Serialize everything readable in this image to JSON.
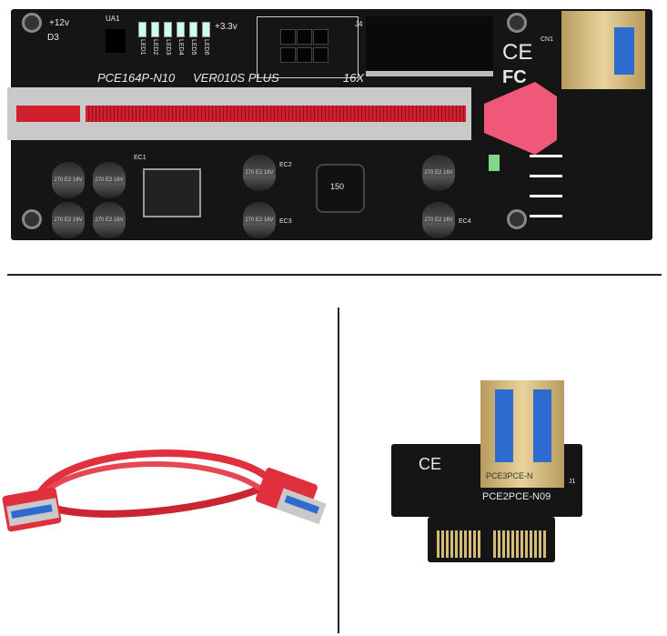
{
  "top_board": {
    "labels": {
      "v12": "+12v",
      "ua1": "UA1",
      "d3": "D3",
      "v33": "+3.3v",
      "j4": "J4",
      "cn1": "CN1",
      "model": "PCE164P-N10",
      "version": "VER010S PLUS",
      "slot": "16X",
      "ce": "CE",
      "fc": "FC",
      "inductor": "150",
      "leds": [
        "LED1",
        "LED2",
        "LED3",
        "LED4",
        "LED5",
        "LED6"
      ],
      "cap_text": "270 E2 16V",
      "ec": [
        "EC1",
        "EC2",
        "EC3",
        "EC4"
      ]
    },
    "colors": {
      "pcb": "#151515",
      "slot": "#d11f2e",
      "latch": "#f0587a",
      "usb_blue": "#2d6bd1",
      "gold": "#d4bb7a"
    }
  },
  "bottom_right_board": {
    "labels": {
      "model": "PCE2PCE-N09",
      "j1": "J1",
      "ce": "CE",
      "usb_label": "PCE3PCE-N"
    }
  },
  "cable": {
    "color": "#e0303e"
  }
}
